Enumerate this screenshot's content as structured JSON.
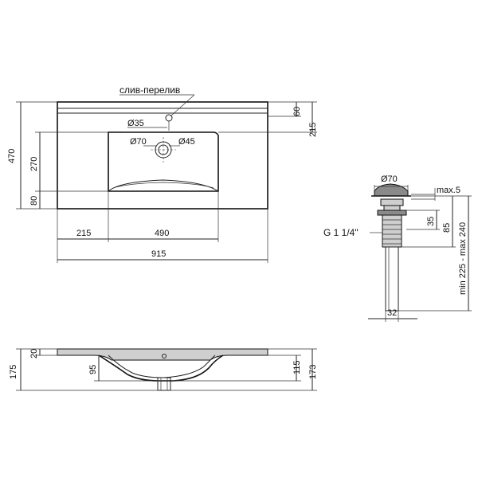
{
  "top_view": {
    "overflow_label": "слив-перелив",
    "dia_35": "Ø35",
    "dia_70": "Ø70",
    "dia_45": "Ø45",
    "dim_60": "60",
    "dim_215_right": "215",
    "dim_470": "470",
    "dim_270": "270",
    "dim_80": "80",
    "dim_215_bottom": "215",
    "dim_490": "490",
    "dim_915": "915"
  },
  "drain_view": {
    "dia_70": "Ø70",
    "max5": "max.5",
    "thread": "G 1 1/4\"",
    "dim_35": "35",
    "dim_85": "85",
    "dim_range": "min 225 - max 240",
    "dim_32": "32"
  },
  "side_view": {
    "dim_20": "20",
    "dim_175": "175",
    "dim_95": "95",
    "dim_115": "115",
    "dim_173": "173"
  }
}
